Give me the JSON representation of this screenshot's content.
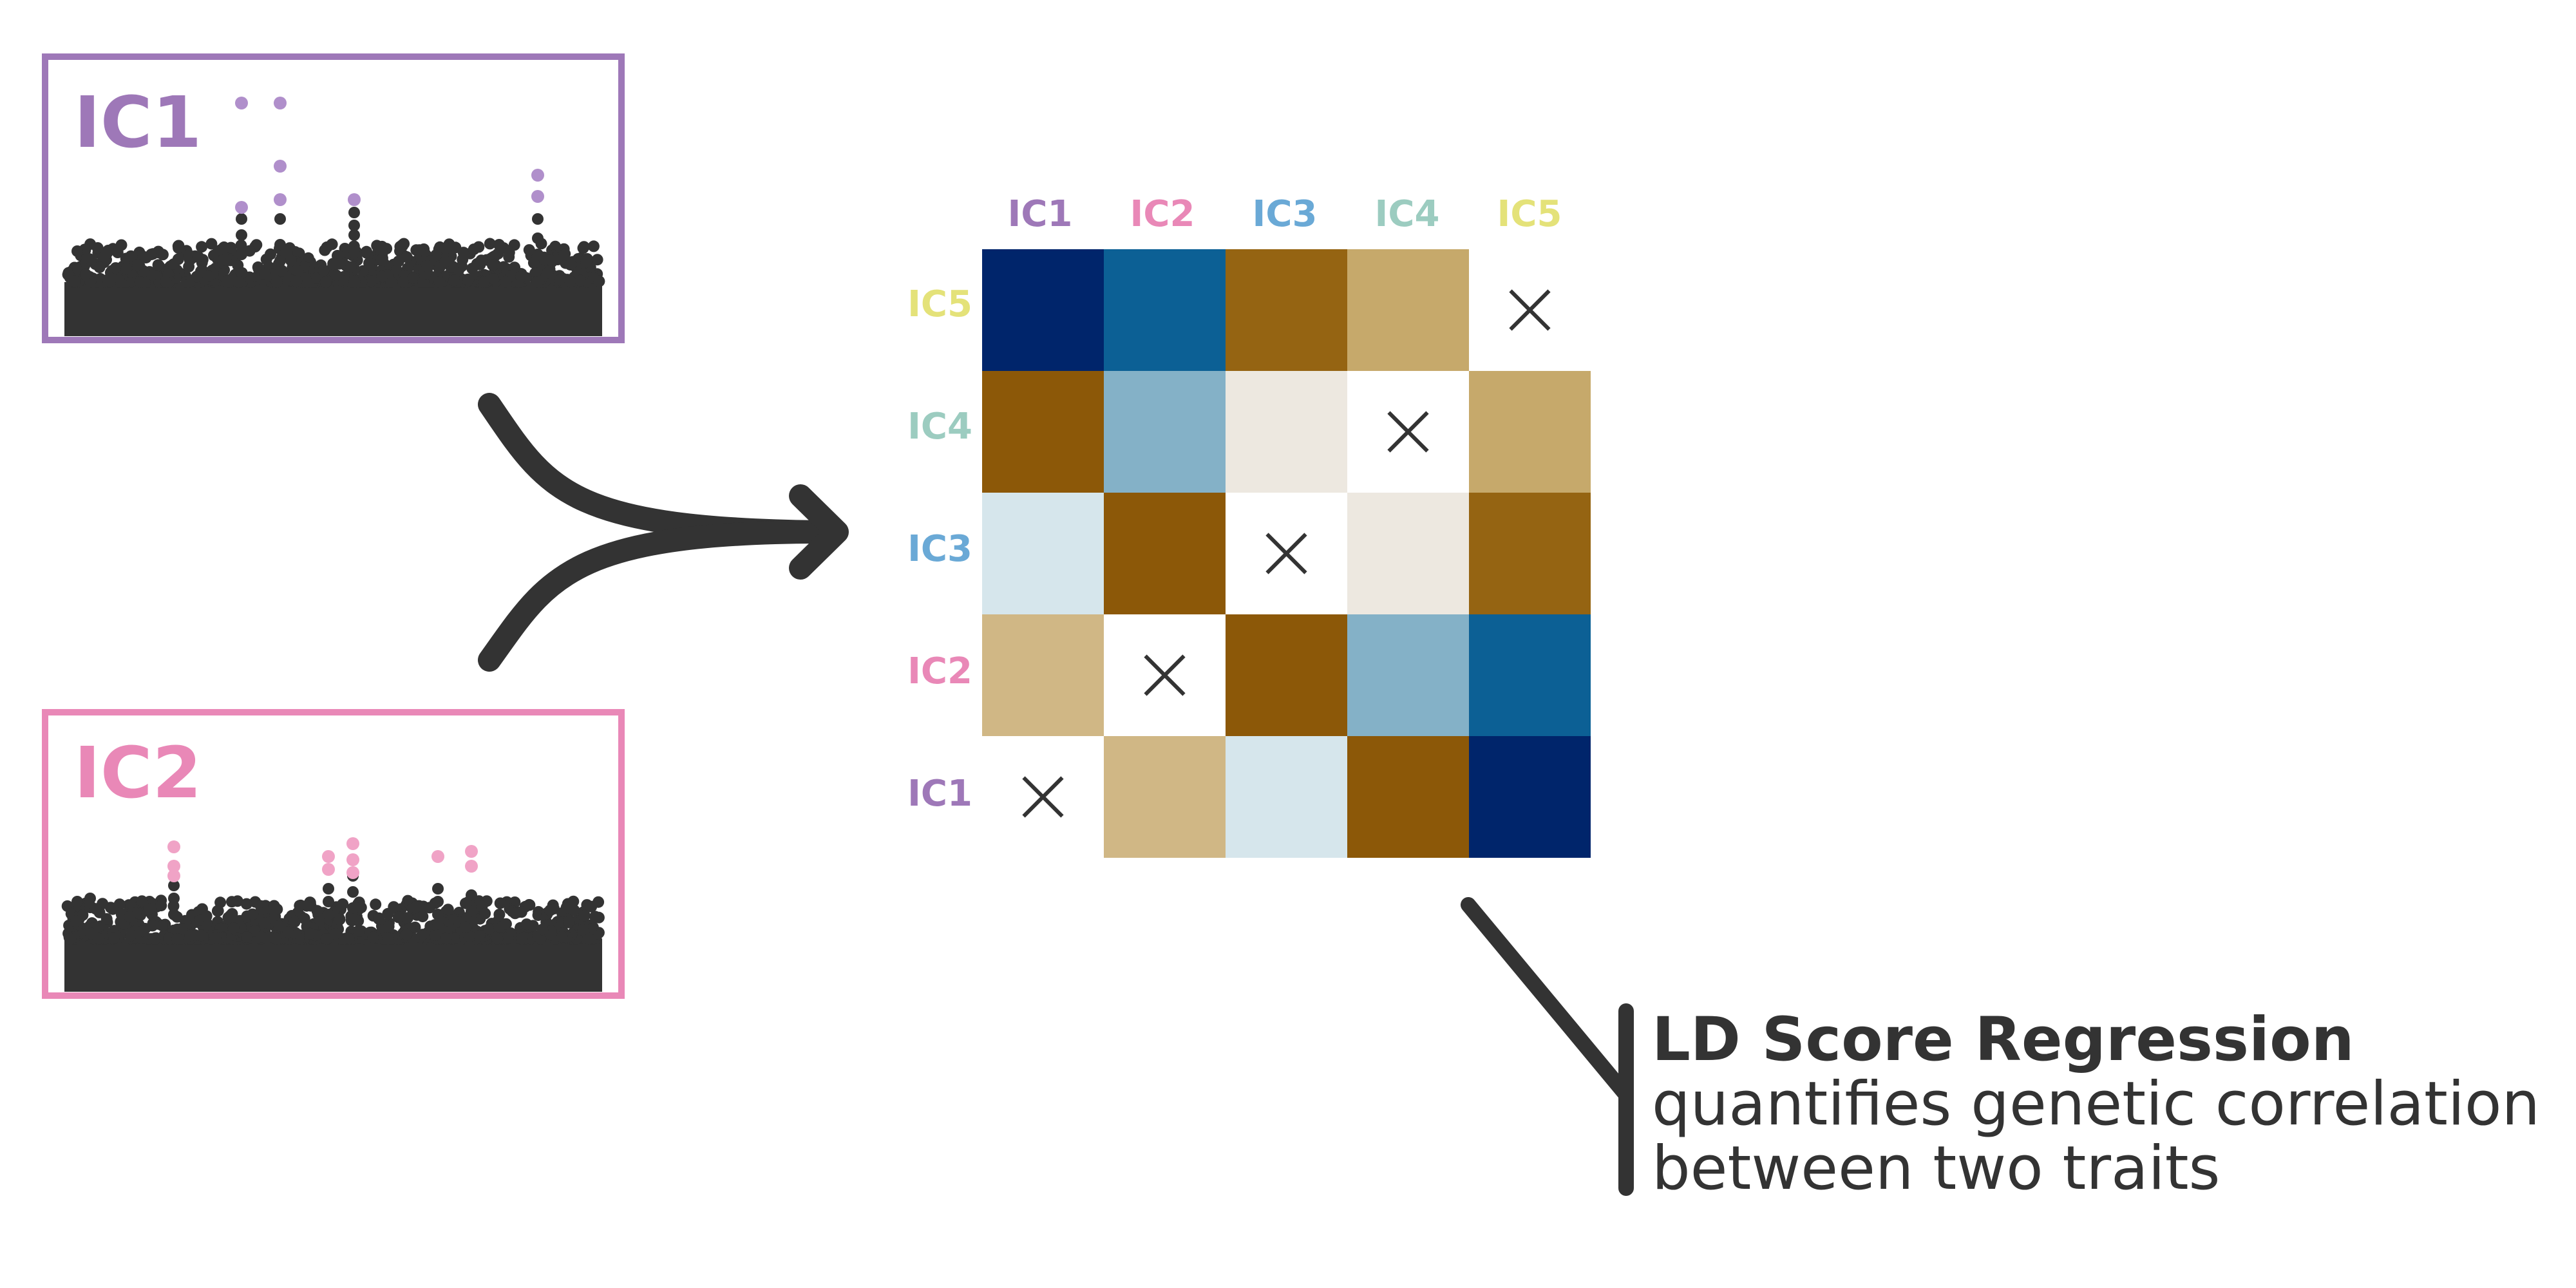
{
  "colors": {
    "IC1": "#9e78b8",
    "IC2": "#e988b7",
    "IC3": "#6aa9d6",
    "IC4": "#9cccc0",
    "IC5": "#e4e279",
    "ink": "#333333"
  },
  "panels": [
    {
      "id": "panel-ic1",
      "title": "IC1",
      "color": "#9e78b8",
      "highlight": "#b08fcb"
    },
    {
      "id": "panel-ic2",
      "title": "IC2",
      "color": "#e988b7",
      "highlight": "#f0a3c6"
    }
  ],
  "matrix": {
    "columns": [
      "IC1",
      "IC2",
      "IC3",
      "IC4",
      "IC5"
    ],
    "rows": [
      "IC5",
      "IC4",
      "IC3",
      "IC2",
      "IC1"
    ],
    "cells": [
      [
        "#00256b",
        "#0c6095",
        "#956412",
        "#c6a96b",
        "x"
      ],
      [
        "#8c5808",
        "#84b1c7",
        "#ede8e0",
        "x",
        "#c6a96b"
      ],
      [
        "#d6e6ec",
        "#8c5808",
        "x",
        "#ede8e0",
        "#956412"
      ],
      [
        "#d0b785",
        "x",
        "#8c5808",
        "#84b1c7",
        "#0c6095"
      ],
      [
        "x",
        "#d0b785",
        "#d6e6ec",
        "#8c5808",
        "#00256b"
      ]
    ]
  },
  "caption": {
    "title": "LD Score Regression",
    "line1": "quantifies genetic correlation",
    "line2": "between two traits"
  }
}
